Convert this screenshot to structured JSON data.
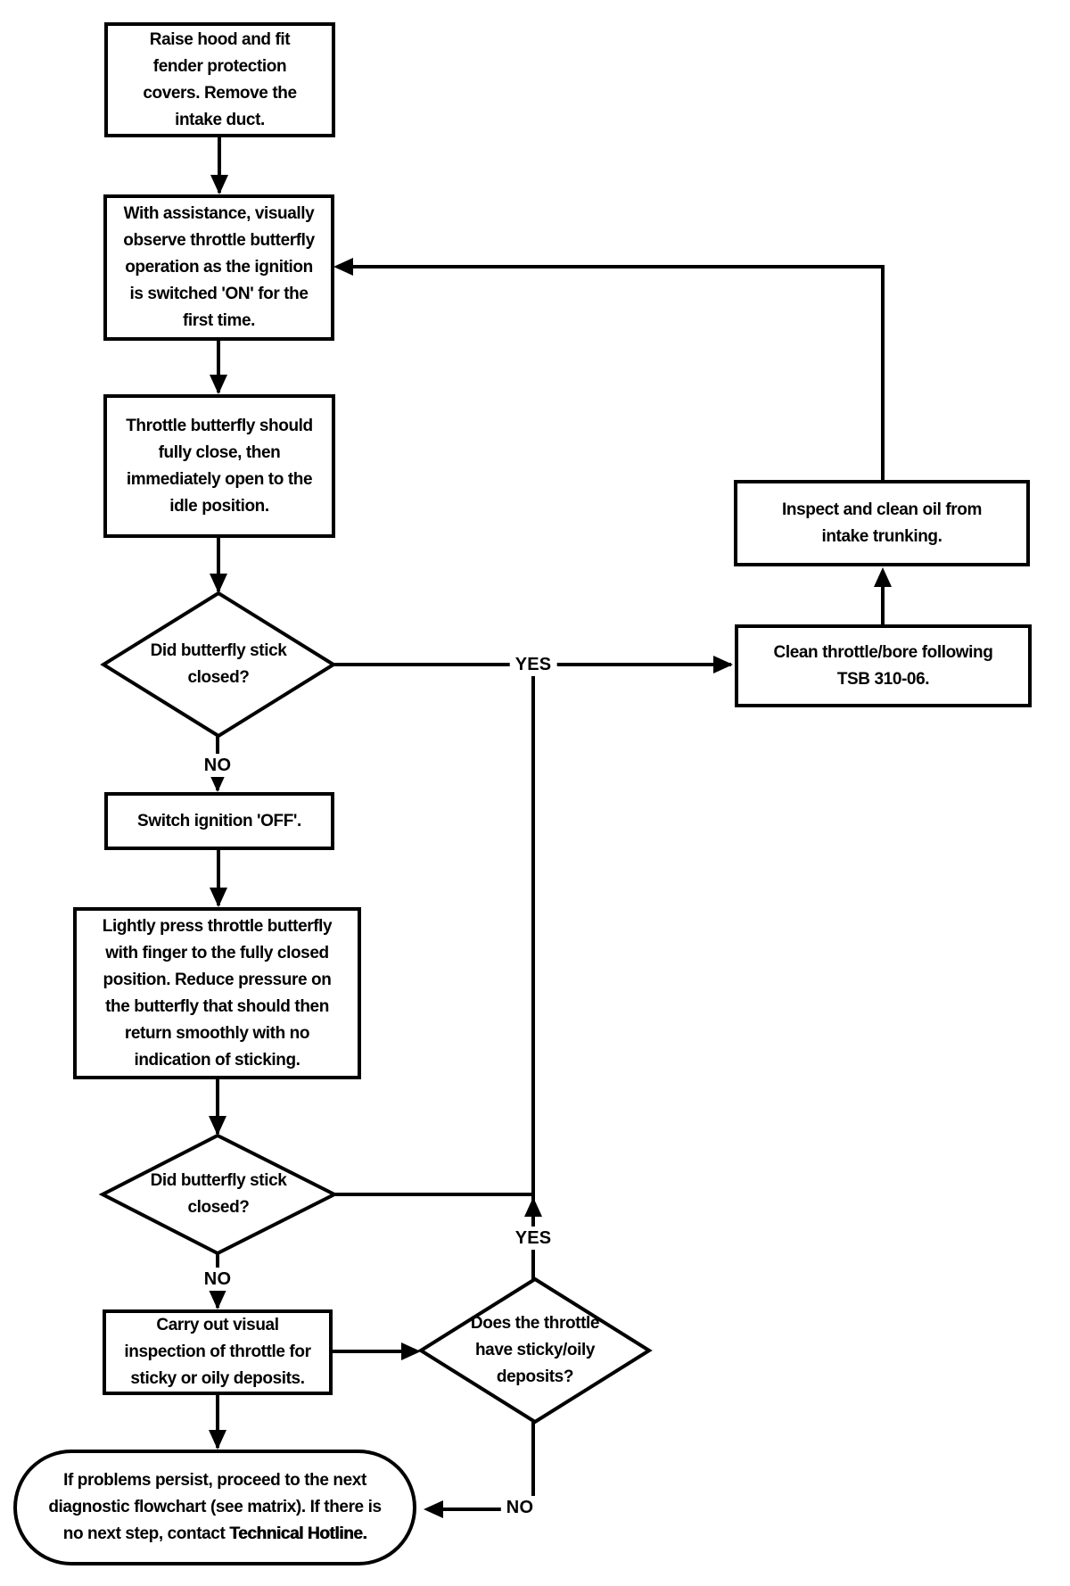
{
  "page": {
    "background_color": "#ffffff",
    "line_color": "#000000"
  },
  "flowchart": {
    "nodes": {
      "raise_hood": "Raise hood and fit\nfender protection\ncovers. Remove the\nintake duct.",
      "observe_butterfly": "With assistance, visually\nobserve throttle butterfly\noperation as the ignition\nis switched 'ON' for the\nfirst time.",
      "butterfly_should_close": "Throttle butterfly should\nfully close, then\nimmediately open to the\nidle position.",
      "did_stick_1": "Did butterfly stick\nclosed?",
      "switch_off": "Switch ignition 'OFF'.",
      "press_butterfly": "Lightly press throttle butterfly\nwith finger to the fully closed\nposition. Reduce pressure on\nthe butterfly that should then\nreturn smoothly with no\nindication of sticking.",
      "did_stick_2": "Did butterfly stick\nclosed?",
      "visual_inspection": "Carry out visual\ninspection of throttle for\nsticky or oily deposits.",
      "persist_body": "If problems persist, proceed to the next\ndiagnostic flowchart (see matrix). If there is\nno next step, contact ",
      "persist_emphasis": "Technical Hotline.",
      "inspect_clean_oil": "Inspect and clean oil from\nintake trunking.",
      "clean_throttle_bore": "Clean throttle/bore following\nTSB 310-06.",
      "deposits_question": "Does the throttle\nhave sticky/oily\ndeposits?"
    },
    "edge_labels": {
      "did_stick_1_no": "NO",
      "did_stick_2_no": "NO",
      "merge_yes": "YES",
      "deposits_yes": "YES",
      "deposits_no": "NO"
    },
    "edges": [
      {
        "from": "raise_hood",
        "to": "observe_butterfly",
        "label": ""
      },
      {
        "from": "observe_butterfly",
        "to": "butterfly_should_close",
        "label": ""
      },
      {
        "from": "butterfly_should_close",
        "to": "did_stick_1",
        "label": ""
      },
      {
        "from": "did_stick_1",
        "to": "switch_off",
        "label": "NO"
      },
      {
        "from": "did_stick_1",
        "to": "clean_throttle_bore",
        "label": "YES"
      },
      {
        "from": "switch_off",
        "to": "press_butterfly",
        "label": ""
      },
      {
        "from": "press_butterfly",
        "to": "did_stick_2",
        "label": ""
      },
      {
        "from": "did_stick_2",
        "to": "visual_inspection",
        "label": "NO"
      },
      {
        "from": "did_stick_2",
        "to": "clean_throttle_bore",
        "label": "YES"
      },
      {
        "from": "visual_inspection",
        "to": "persist",
        "label": ""
      },
      {
        "from": "visual_inspection",
        "to": "deposits_question",
        "label": ""
      },
      {
        "from": "deposits_question",
        "to": "clean_throttle_bore",
        "label": "YES"
      },
      {
        "from": "deposits_question",
        "to": "persist",
        "label": "NO"
      },
      {
        "from": "clean_throttle_bore",
        "to": "inspect_clean_oil",
        "label": ""
      },
      {
        "from": "inspect_clean_oil",
        "to": "observe_butterfly",
        "label": ""
      }
    ]
  }
}
